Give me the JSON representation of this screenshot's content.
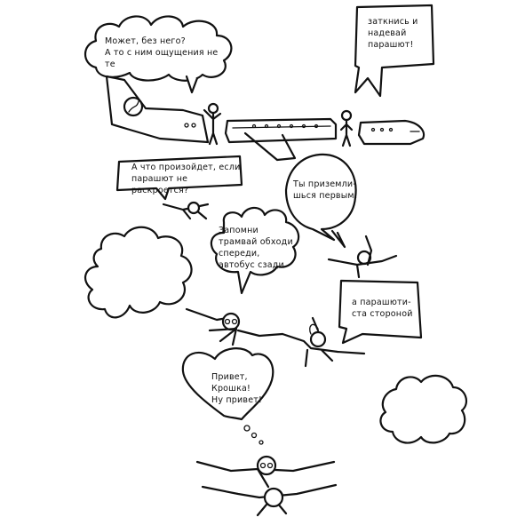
{
  "bubbles": {
    "top_left": "Может, без него?\nА то с ним ощущения не те",
    "top_right": "заткнись и\nнадевай\nпарашют!",
    "what_if": "А что произойдет, если\nпарашют не раскроется?",
    "land_first": "Ты приземли-\nшься первым!",
    "tram": "Запомни\nтрамвай обходи\nспереди,\nавтобус сзади",
    "parachute_aside": "а парашюти-\nста стороной",
    "heart": "Привет,\nКрошка!\nНу привет!"
  },
  "colors": {
    "ink": "#111111",
    "paper": "#ffffff"
  },
  "icons": [
    "airplane",
    "cloud",
    "skydiver",
    "heart"
  ]
}
